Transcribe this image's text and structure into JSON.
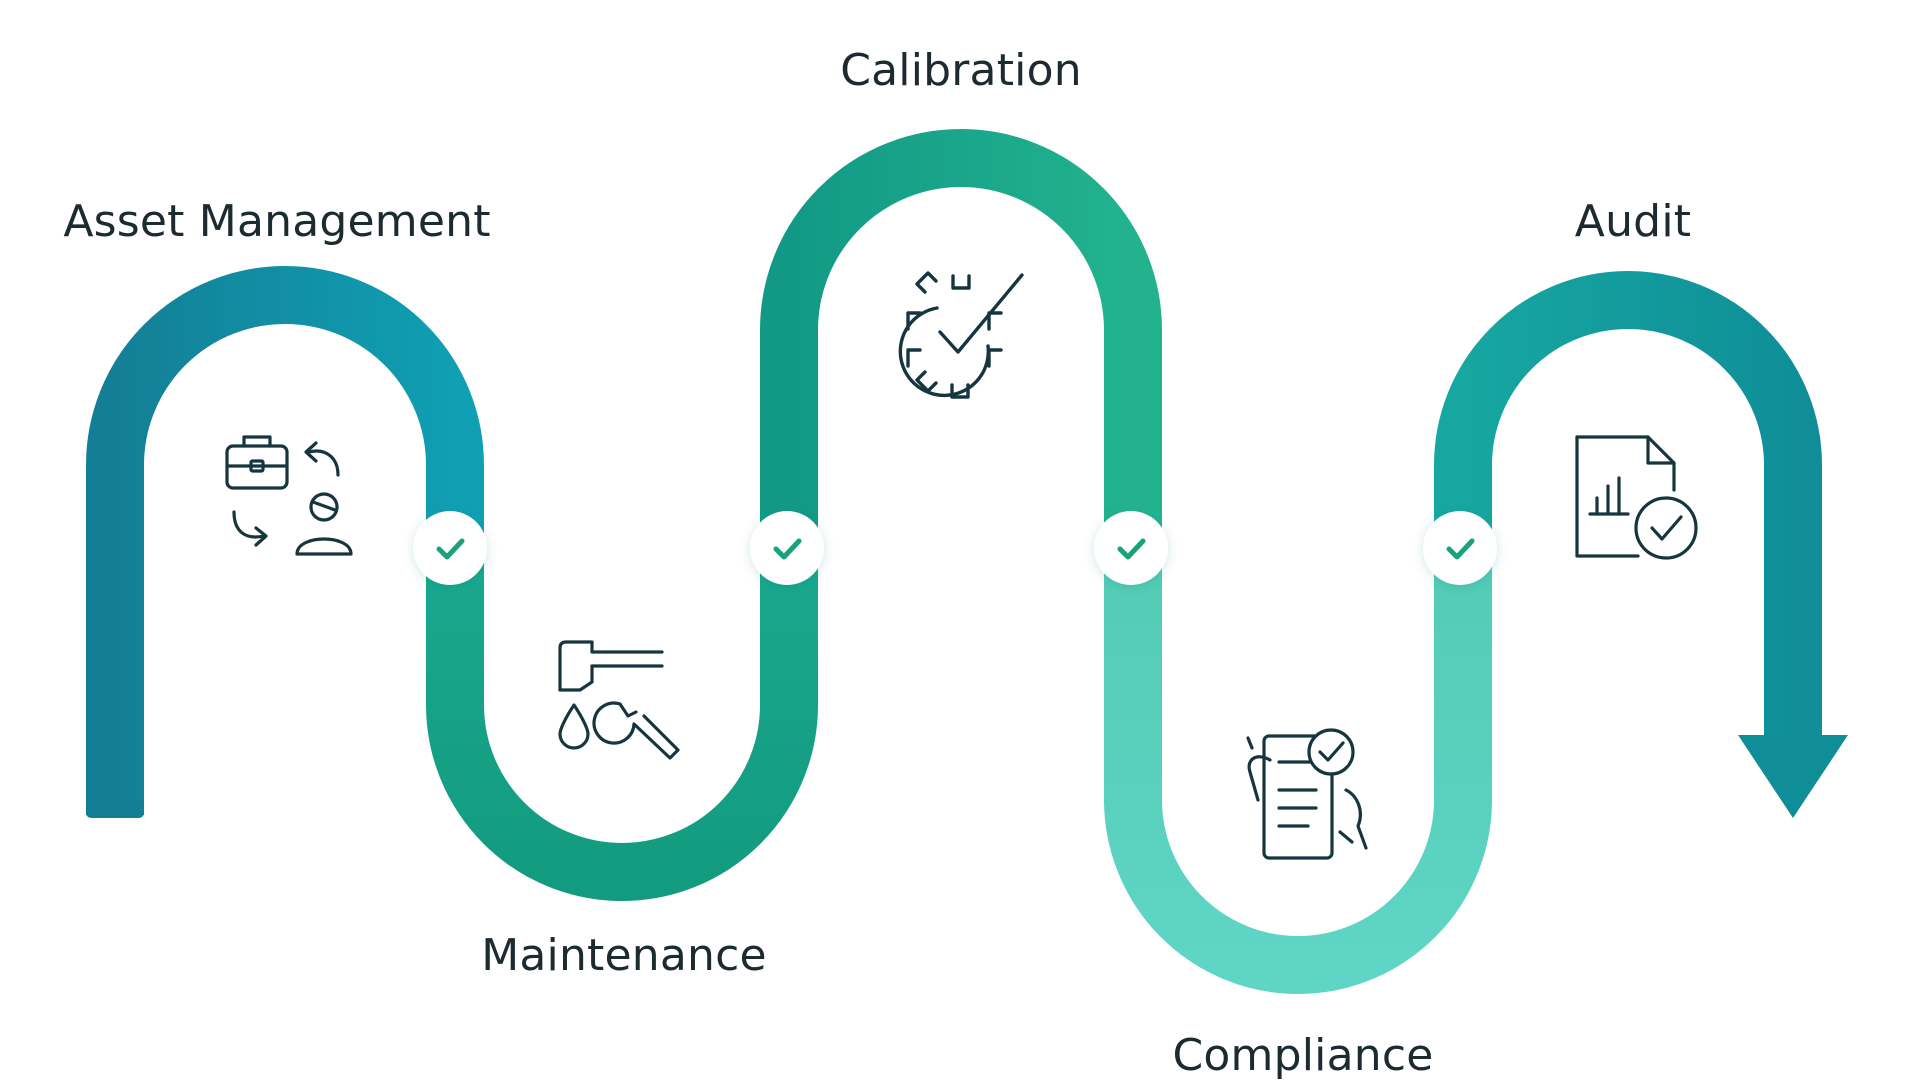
{
  "stages": [
    {
      "label": "Asset Management",
      "icon": "asset-exchange-icon"
    },
    {
      "label": "Maintenance",
      "icon": "faucet-wrench-icon"
    },
    {
      "label": "Calibration",
      "icon": "gear-check-icon"
    },
    {
      "label": "Compliance",
      "icon": "checklist-document-icon"
    },
    {
      "label": "Audit",
      "icon": "report-check-icon"
    }
  ],
  "checkpoints": [
    "check-icon",
    "check-icon",
    "check-icon",
    "check-icon"
  ],
  "colors": {
    "dark_teal": "#137f96",
    "cyan": "#109fb3",
    "green": "#139b7f",
    "emerald": "#22b38e",
    "mint": "#5dd3c2",
    "teal_arrow": "#12979f",
    "icon_stroke": "#16363f",
    "check_green": "#18a27d",
    "label_text": "#1b2b30"
  }
}
